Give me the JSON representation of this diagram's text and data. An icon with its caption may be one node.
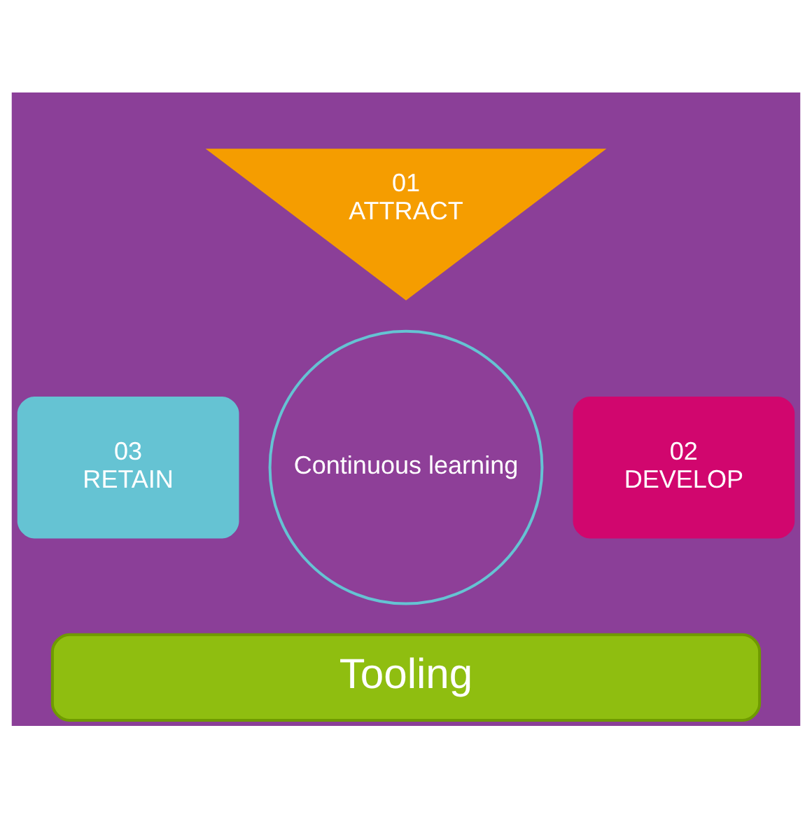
{
  "diagram": {
    "nodes": [
      {
        "text": [
          "01",
          "ATTRACT"
        ]
      },
      {
        "text": [
          "Continuous learning"
        ]
      },
      {
        "text": [
          "03",
          "RETAIN"
        ]
      },
      {
        "text": [
          "02",
          "DEVELOP"
        ]
      },
      {
        "text": [
          "Tooling"
        ]
      }
    ]
  }
}
